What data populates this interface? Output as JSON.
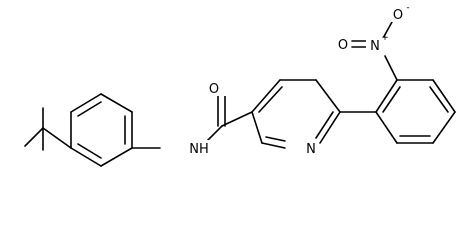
{
  "molecule": {
    "atoms": {
      "carbonyl_oxygen": "O",
      "amide_nitrogen": "NH",
      "pyridine_nitrogen": "N",
      "nitro_nitrogen": "N",
      "nitro_nitrogen_charge": "+",
      "nitro_oxygen_a": "O",
      "nitro_oxygen_a_charge": "-",
      "nitro_oxygen_b": "O"
    }
  },
  "colors": {
    "ink": "#000000",
    "background": "#ffffff"
  }
}
